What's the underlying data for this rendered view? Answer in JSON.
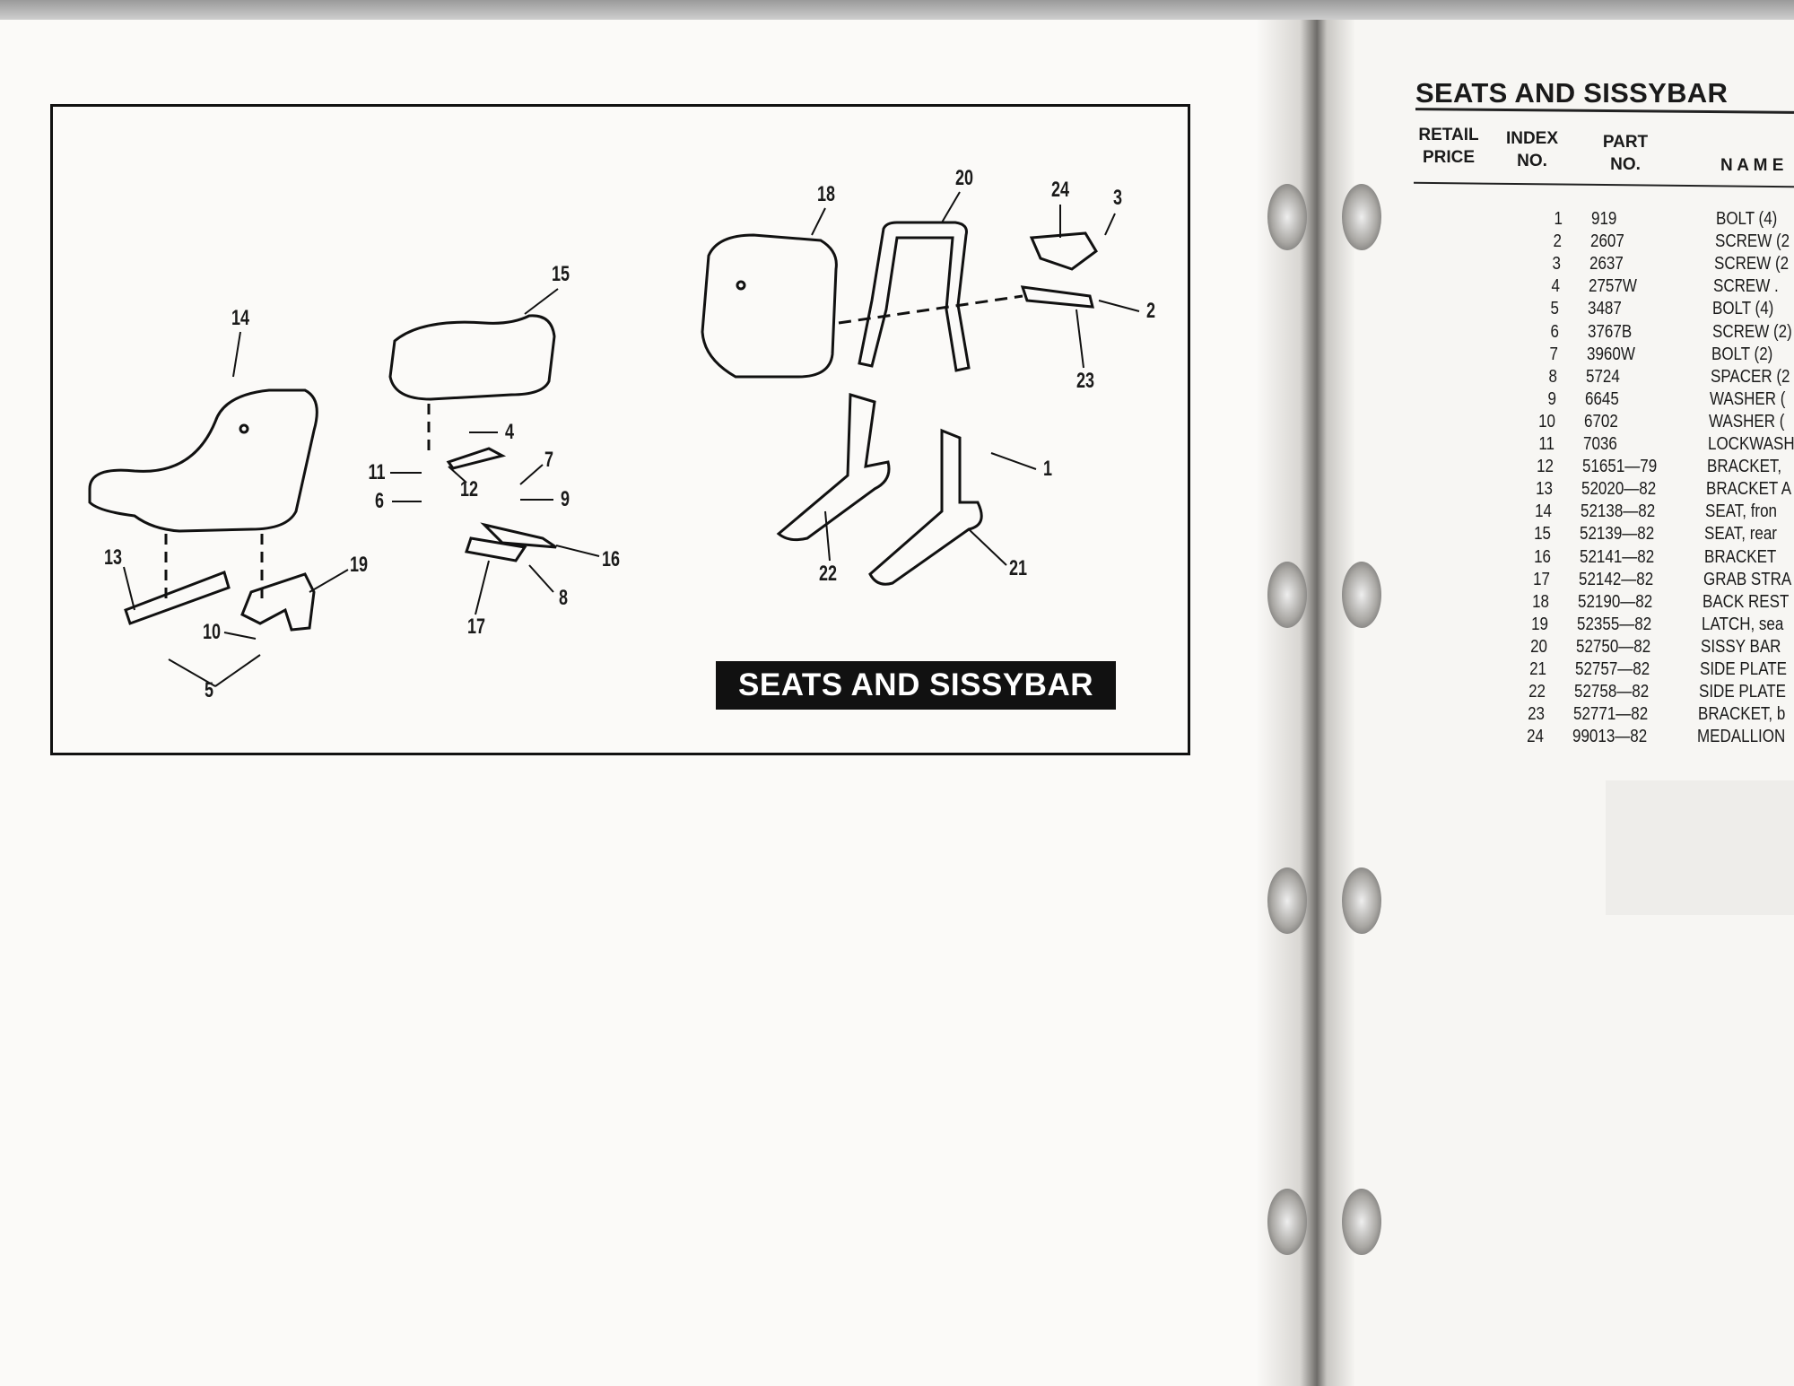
{
  "diagram": {
    "figure_label": "SEATS AND SISSYBAR",
    "callouts": [
      "14",
      "15",
      "18",
      "20",
      "24",
      "3",
      "2",
      "23",
      "4",
      "11",
      "12",
      "6",
      "7",
      "9",
      "1",
      "16",
      "13",
      "19",
      "8",
      "22",
      "21",
      "10",
      "17",
      "5"
    ]
  },
  "parts_list": {
    "title": "SEATS AND SISSYBAR",
    "headers": {
      "retail_price": [
        "RETAIL",
        "PRICE"
      ],
      "index_no": [
        "INDEX",
        "NO."
      ],
      "part_no": [
        "PART",
        "NO."
      ],
      "name": "N A M E"
    },
    "rows": [
      {
        "index": "1",
        "part": "919",
        "name": "BOLT (4)"
      },
      {
        "index": "2",
        "part": "2607",
        "name": "SCREW (2"
      },
      {
        "index": "3",
        "part": "2637",
        "name": "SCREW (2"
      },
      {
        "index": "4",
        "part": "2757W",
        "name": "SCREW  ."
      },
      {
        "index": "5",
        "part": "3487",
        "name": "BOLT (4)"
      },
      {
        "index": "6",
        "part": "3767B",
        "name": "SCREW (2)"
      },
      {
        "index": "7",
        "part": "3960W",
        "name": "BOLT (2)"
      },
      {
        "index": "8",
        "part": "5724",
        "name": "SPACER (2"
      },
      {
        "index": "9",
        "part": "6645",
        "name": "WASHER ("
      },
      {
        "index": "10",
        "part": "6702",
        "name": "WASHER ("
      },
      {
        "index": "11",
        "part": "7036",
        "name": "LOCKWASH"
      },
      {
        "index": "12",
        "part": "51651—79",
        "name": "BRACKET,"
      },
      {
        "index": "13",
        "part": "52020—82",
        "name": "BRACKET A"
      },
      {
        "index": "14",
        "part": "52138—82",
        "name": "SEAT, fron"
      },
      {
        "index": "15",
        "part": "52139—82",
        "name": "SEAT, rear"
      },
      {
        "index": "16",
        "part": "52141—82",
        "name": "BRACKET"
      },
      {
        "index": "17",
        "part": "52142—82",
        "name": "GRAB STRA"
      },
      {
        "index": "18",
        "part": "52190—82",
        "name": "BACK REST"
      },
      {
        "index": "19",
        "part": "52355—82",
        "name": "LATCH, sea"
      },
      {
        "index": "20",
        "part": "52750—82",
        "name": "SISSY BAR"
      },
      {
        "index": "21",
        "part": "52757—82",
        "name": "SIDE PLATE"
      },
      {
        "index": "22",
        "part": "52758—82",
        "name": "SIDE PLATE"
      },
      {
        "index": "23",
        "part": "52771—82",
        "name": "BRACKET, b"
      },
      {
        "index": "24",
        "part": "99013—82",
        "name": "MEDALLION"
      }
    ]
  }
}
